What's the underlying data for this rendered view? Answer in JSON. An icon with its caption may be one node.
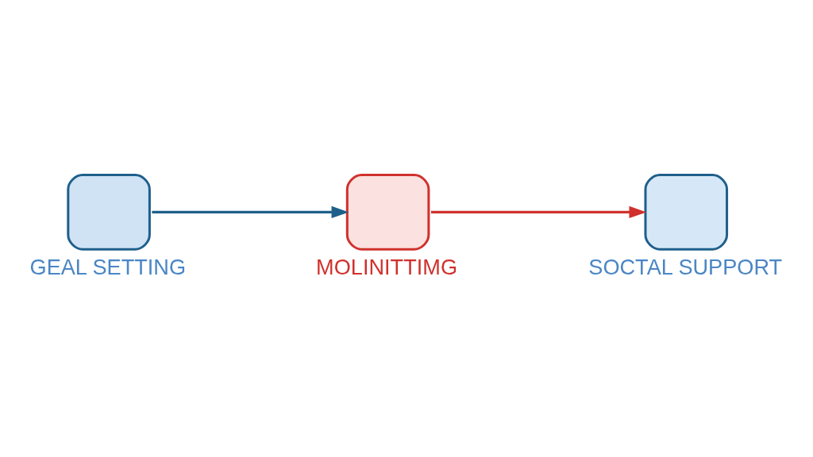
{
  "diagram": {
    "nodes": [
      {
        "text": [
          "GEAL SETTING"
        ]
      },
      {
        "text": [
          "MOLINITTIMG"
        ]
      },
      {
        "text": [
          "SOCTAL SUPPORT"
        ]
      }
    ],
    "edges": [
      {
        "from": 0,
        "to": 1,
        "arrow": "to",
        "color": "#1f5f8b"
      },
      {
        "from": 1,
        "to": 2,
        "arrow": "to",
        "color": "#d0312d"
      }
    ]
  }
}
